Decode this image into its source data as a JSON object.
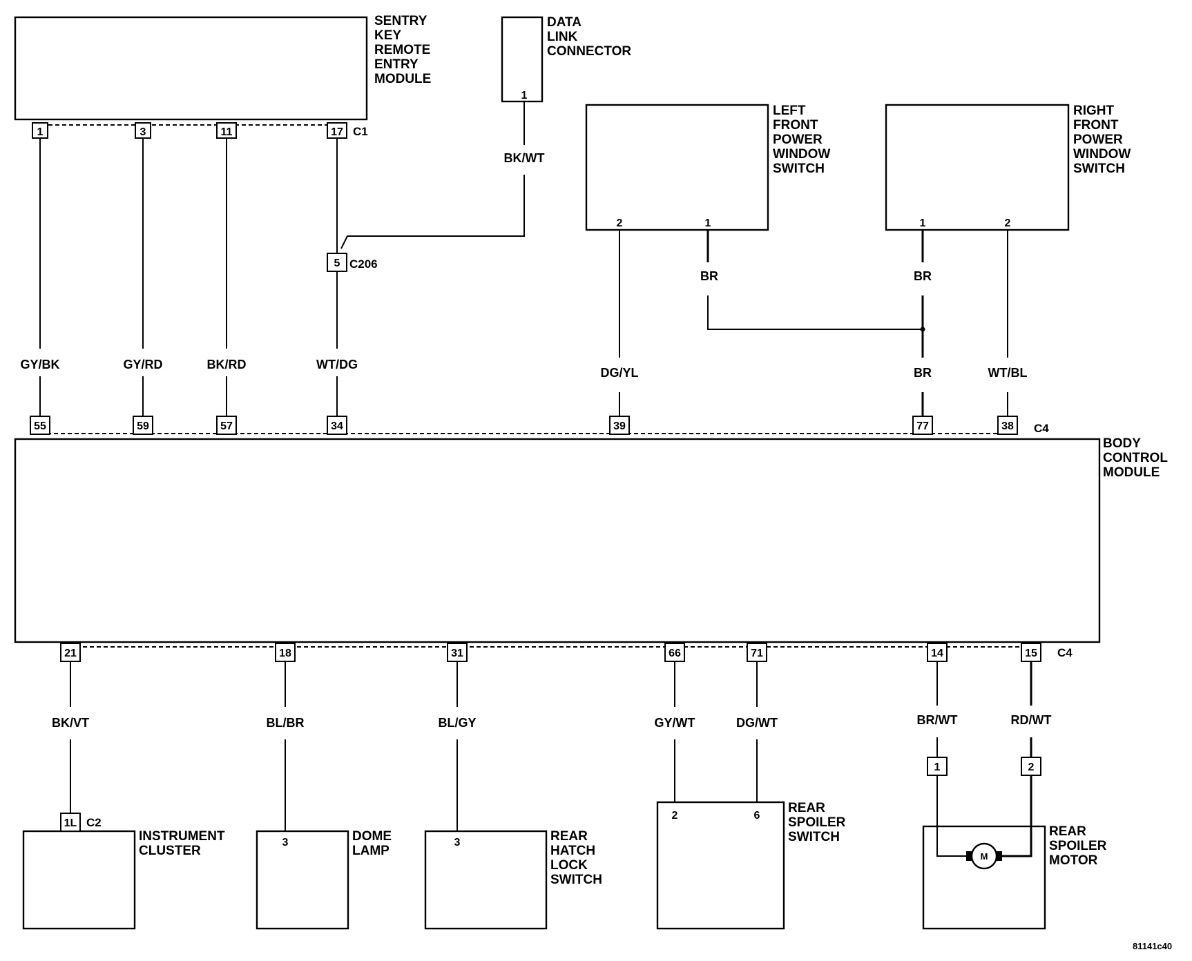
{
  "modules": {
    "skrem": {
      "name": [
        "SENTRY",
        "KEY",
        "REMOTE",
        "ENTRY",
        "MODULE"
      ],
      "connector": "C1"
    },
    "dlc": {
      "name": [
        "DATA",
        "LINK",
        "CONNECTOR"
      ],
      "pin": "1"
    },
    "lfpws": {
      "name": [
        "LEFT",
        "FRONT",
        "POWER",
        "WINDOW",
        "SWITCH"
      ],
      "pins": [
        "2",
        "1"
      ]
    },
    "rfpws": {
      "name": [
        "RIGHT",
        "FRONT",
        "POWER",
        "WINDOW",
        "SWITCH"
      ],
      "pins": [
        "1",
        "2"
      ]
    },
    "bcm": {
      "name": [
        "BODY",
        "CONTROL",
        "MODULE"
      ],
      "connector_top": "C4",
      "connector_bottom": "C4"
    },
    "cluster": {
      "name": [
        "INSTRUMENT",
        "CLUSTER"
      ],
      "pin": "1L",
      "connector": "C2"
    },
    "dome": {
      "name": [
        "DOME",
        "LAMP"
      ],
      "pin": "3"
    },
    "hatch": {
      "name": [
        "REAR",
        "HATCH",
        "LOCK",
        "SWITCH"
      ],
      "pin": "3"
    },
    "spoiler_switch": {
      "name": [
        "REAR",
        "SPOILER",
        "SWITCH"
      ],
      "pins": [
        "2",
        "6"
      ]
    },
    "spoiler_motor": {
      "name": [
        "REAR",
        "SPOILER",
        "MOTOR"
      ],
      "pins": [
        "1",
        "2"
      ],
      "motor_symbol": "M"
    }
  },
  "skrem_pins": [
    "1",
    "3",
    "11",
    "17"
  ],
  "splice": {
    "pin": "5",
    "connector": "C206"
  },
  "bcm_top_pins": [
    "55",
    "59",
    "57",
    "34",
    "39",
    "77",
    "38"
  ],
  "bcm_bottom_pins": [
    "21",
    "18",
    "31",
    "66",
    "71",
    "14",
    "15"
  ],
  "wires": {
    "gybk": "GY/BK",
    "gyrd": "GY/RD",
    "bkrd": "BK/RD",
    "wtdg": "WT/DG",
    "bkwt": "BK/WT",
    "dgyl": "DG/YL",
    "br_left": "BR",
    "br_right": "BR",
    "br_bcm": "BR",
    "wtbl": "WT/BL",
    "bkvt": "BK/VT",
    "blbr": "BL/BR",
    "blgy": "BL/GY",
    "gywt": "GY/WT",
    "dgwt": "DG/WT",
    "brwt": "BR/WT",
    "rdwt": "RD/WT"
  },
  "figure_id": "81141c40"
}
